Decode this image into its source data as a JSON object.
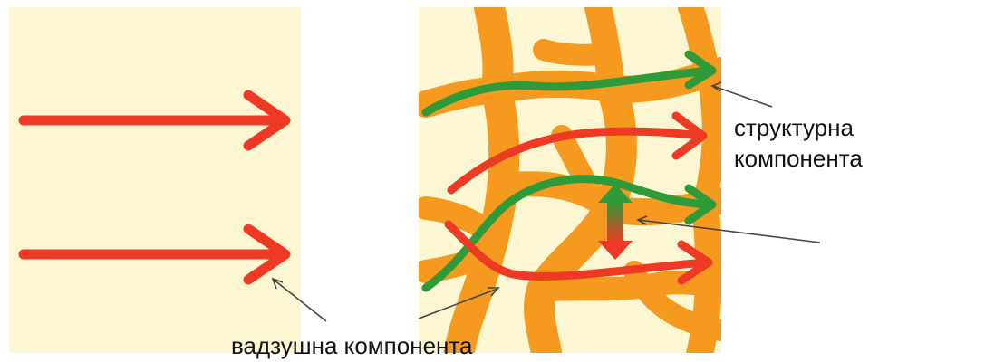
{
  "labels": {
    "structural_line1": "структурна",
    "structural_line2": "компонента",
    "air": "вадзушна компонента"
  },
  "colors": {
    "background_panel": "#fcf7d2",
    "structure_orange": "#f59a1e",
    "air_arrow_red": "#ee3a24",
    "structure_arrow_green": "#2e9a3a",
    "pointer_line": "#444444"
  }
}
